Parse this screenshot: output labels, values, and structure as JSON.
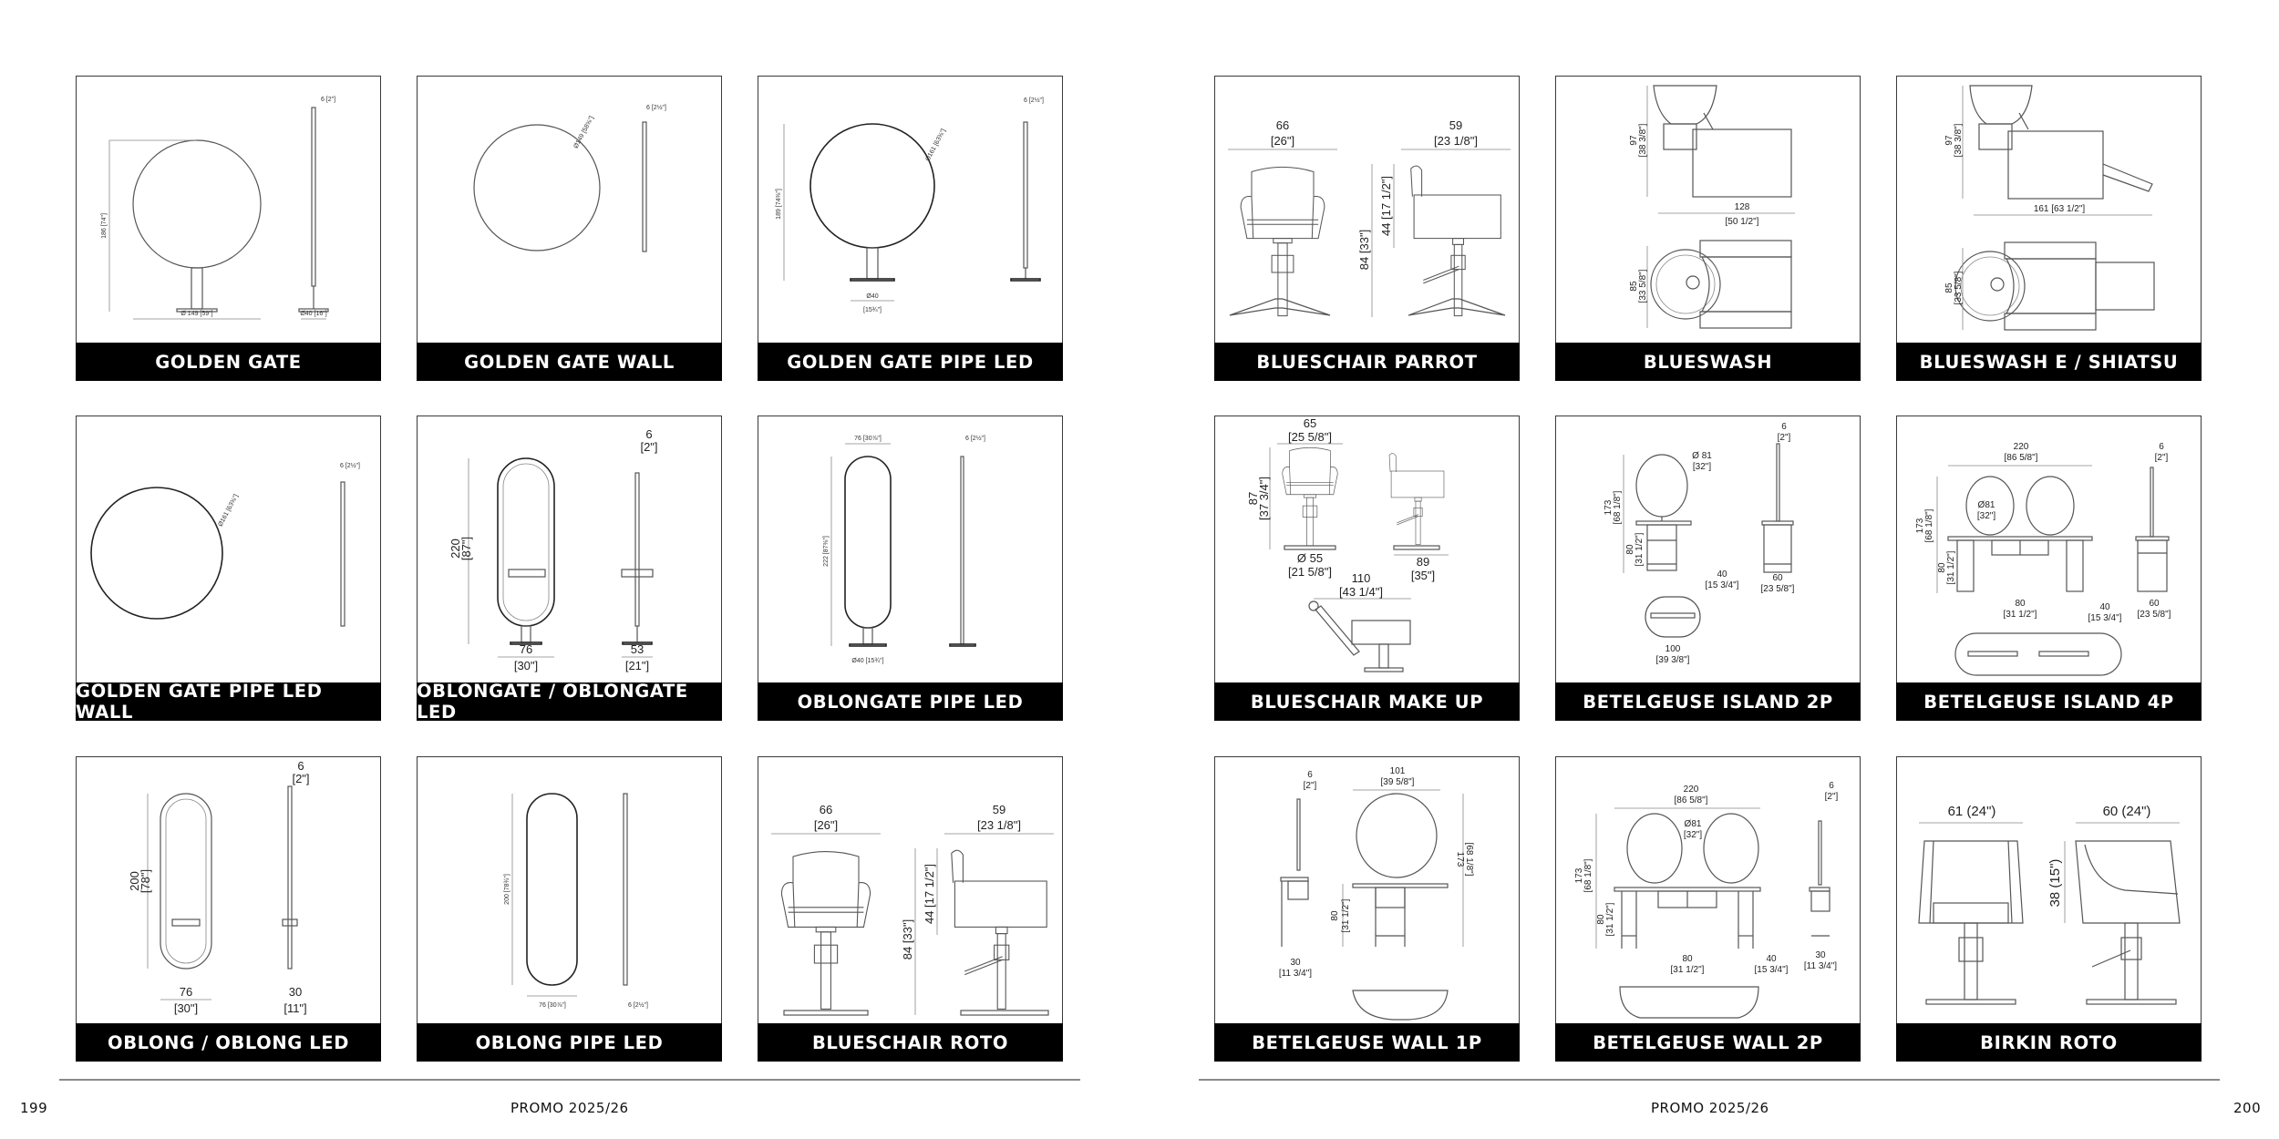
{
  "pages": [
    {
      "number": "199",
      "footer": "PROMO 2025/26"
    },
    {
      "number": "200",
      "footer": "PROMO 2025/26"
    }
  ],
  "products": [
    {
      "name": "GOLDEN GATE",
      "dims": [
        "6 [2\"]",
        "186 [74\"]",
        "Ø 149 [59\"]",
        "Ø40 [16\"]"
      ]
    },
    {
      "name": "GOLDEN GATE WALL",
      "dims": [
        "Ø149 [58⅝\"]",
        "6 [2½\"]"
      ]
    },
    {
      "name": "GOLDEN GATE PIPE LED",
      "dims": [
        "6 [2½\"]",
        "189 [74⅜\"]",
        "Ø161 [63⅜\"]",
        "Ø40",
        "[15¾\"]"
      ]
    },
    {
      "name": "GOLDEN GATE PIPE LED WALL",
      "dims": [
        "Ø161 [63⅜\"]",
        "6 [2½\"]"
      ]
    },
    {
      "name": "OBLONGATE / OBLONGATE LED",
      "dims": [
        "6",
        "[2\"]",
        "220",
        "[87\"]",
        "76",
        "[30\"]",
        "53",
        "[21\"]"
      ]
    },
    {
      "name": "OBLONGATE PIPE LED",
      "dims": [
        "76 [30⅞\"]",
        "6 [2½\"]",
        "222 [87⅜\"]",
        "Ø40 [15¾\"]"
      ]
    },
    {
      "name": "OBLONG / OBLONG LED",
      "dims": [
        "6",
        "[2\"]",
        "200",
        "[78\"]",
        "76",
        "[30\"]",
        "30",
        "[11\"]"
      ]
    },
    {
      "name": "OBLONG PIPE LED",
      "dims": [
        "200 [78¾\"]",
        "76 [30⅞\"]",
        "6 [2½\"]"
      ]
    },
    {
      "name": "BLUESCHAIR ROTO",
      "dims": [
        "66",
        "[26\"]",
        "59",
        "[23 1/8\"]",
        "44 [17 1/2\"]",
        "84 [33\"]"
      ]
    },
    {
      "name": "BLUESCHAIR PARROT",
      "dims": [
        "66",
        "[26\"]",
        "59",
        "[23 1/8\"]",
        "44 [17 1/2\"]",
        "84 [33\"]"
      ]
    },
    {
      "name": "BLUESWASH",
      "dims": [
        "97",
        "[38 3/8\"]",
        "128",
        "[50 1/2\"]",
        "85",
        "[33 5/8\"]"
      ]
    },
    {
      "name": "BLUESWASH E / SHIATSU",
      "dims": [
        "97",
        "[38 3/8\"]",
        "161 [63 1/2\"]",
        "85",
        "[33 5/8\"]"
      ]
    },
    {
      "name": "BLUESCHAIR MAKE UP",
      "dims": [
        "65",
        "[25 5/8\"]",
        "87",
        "[37 3/4\"]",
        "Ø 55",
        "[21 5/8\"]",
        "89",
        "[35\"]",
        "110",
        "[43 1/4\"]"
      ]
    },
    {
      "name": "BETELGEUSE ISLAND 2P",
      "dims": [
        "Ø 81",
        "[32\"]",
        "6",
        "[2\"]",
        "173",
        "[68 1/8\"]",
        "80",
        "[31 1/2\"]",
        "40",
        "[15 3/4\"]",
        "60",
        "[23 5/8\"]",
        "100",
        "[39 3/8\"]"
      ]
    },
    {
      "name": "BETELGEUSE ISLAND 4P",
      "dims": [
        "220",
        "[86 5/8\"]",
        "6",
        "[2\"]",
        "Ø81",
        "[32\"]",
        "173",
        "[68 1/8\"]",
        "80",
        "[31 1/2\"]",
        "80",
        "[31 1/2\"]",
        "40",
        "[15 3/4\"]",
        "60",
        "[23 5/8\"]"
      ]
    },
    {
      "name": "BETELGEUSE WALL 1P",
      "dims": [
        "6",
        "[2\"]",
        "101",
        "[39 5/8\"]",
        "173",
        "[68 1/8\"]",
        "80",
        "[31 1/2\"]",
        "30",
        "[11 3/4\"]"
      ]
    },
    {
      "name": "BETELGEUSE WALL 2P",
      "dims": [
        "220",
        "[86 5/8\"]",
        "Ø81",
        "[32\"]",
        "6",
        "[2\"]",
        "173",
        "[68 1/8\"]",
        "80",
        "[31 1/2\"]",
        "80",
        "[31 1/2\"]",
        "40",
        "[15 3/4\"]",
        "30",
        "[11 3/4\"]"
      ]
    },
    {
      "name": "BIRKIN ROTO",
      "dims": [
        "61 (24\")",
        "60 (24\")",
        "38 (15\")"
      ]
    }
  ]
}
